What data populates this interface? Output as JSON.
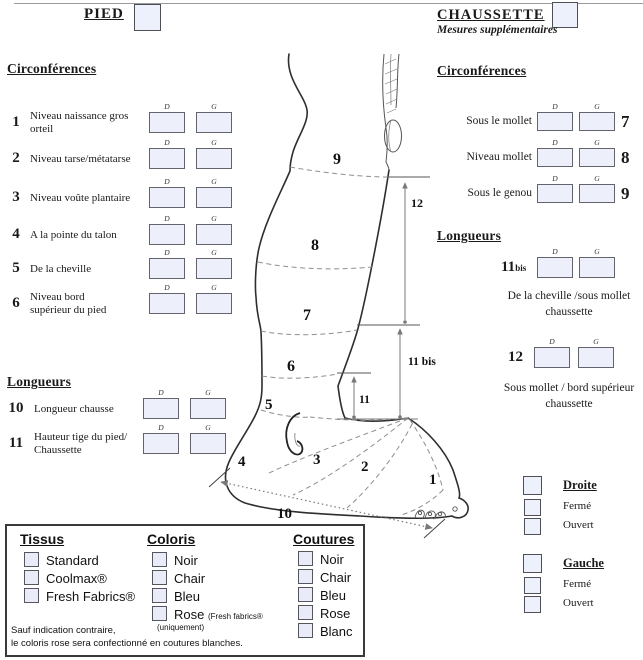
{
  "header": {
    "pied": "PIED",
    "chaussette": "CHAUSSETTE",
    "chaussette_sub": "Mesures supplémentaires"
  },
  "dg": {
    "d": "D",
    "g": "G"
  },
  "left": {
    "circ_title": "Circonférences",
    "items": [
      {
        "num": "1",
        "label": "Niveau naissance gros orteil"
      },
      {
        "num": "2",
        "label": "Niveau tarse/métatarse"
      },
      {
        "num": "3",
        "label": "Niveau voûte plantaire"
      },
      {
        "num": "4",
        "label": "A la pointe du talon"
      },
      {
        "num": "5",
        "label": "De la cheville"
      },
      {
        "num": "6",
        "label": "Niveau bord supérieur du pied"
      }
    ],
    "len_title": "Longueurs",
    "len_items": [
      {
        "num": "10",
        "label": "Longueur chausse"
      },
      {
        "num": "11",
        "label": "Hauteur tige du pied/ Chaussette"
      }
    ]
  },
  "right": {
    "circ_title": "Circonférences",
    "items": [
      {
        "num": "7",
        "label": "Sous le mollet"
      },
      {
        "num": "8",
        "label": "Niveau mollet"
      },
      {
        "num": "9",
        "label": "Sous le genou"
      }
    ],
    "len_title": "Longueurs",
    "item_11bis": {
      "num": "11",
      "suffix": "bis",
      "caption": "De la cheville /sous mollet chaussette"
    },
    "item_12": {
      "num": "12",
      "caption": "Sous mollet / bord supérieur chaussette"
    },
    "droite": {
      "title": "Droite",
      "closed": "Fermé",
      "open": "Ouvert"
    },
    "gauche": {
      "title": "Gauche",
      "closed": "Fermé",
      "open": "Ouvert"
    }
  },
  "diagram": {
    "n1": "1",
    "n2": "2",
    "n3": "3",
    "n4": "4",
    "n5": "5",
    "n6": "6",
    "n7": "7",
    "n8": "8",
    "n9": "9",
    "n10": "10",
    "n11": "11",
    "n11bis": "11 bis",
    "n12": "12"
  },
  "options_box": {
    "tissus": {
      "title": "Tissus",
      "items": [
        "Standard",
        "Coolmax®",
        "Fresh Fabrics®"
      ]
    },
    "coloris": {
      "title": "Coloris",
      "items": [
        "Noir",
        "Chair",
        "Bleu",
        "Rose"
      ],
      "rose_note": "(Fresh fabrics®",
      "rose_note2": "(uniquement)"
    },
    "coutures": {
      "title": "Coutures",
      "items": [
        "Noir",
        "Chair",
        "Bleu",
        "Rose",
        "Blanc"
      ]
    },
    "note1": "Sauf indication contraire,",
    "note2": "le coloris rose sera confectionné en coutures blanches."
  },
  "colors": {
    "box_fill": "#edf0fa",
    "line": "#787878",
    "ink": "#1a1a1a"
  }
}
